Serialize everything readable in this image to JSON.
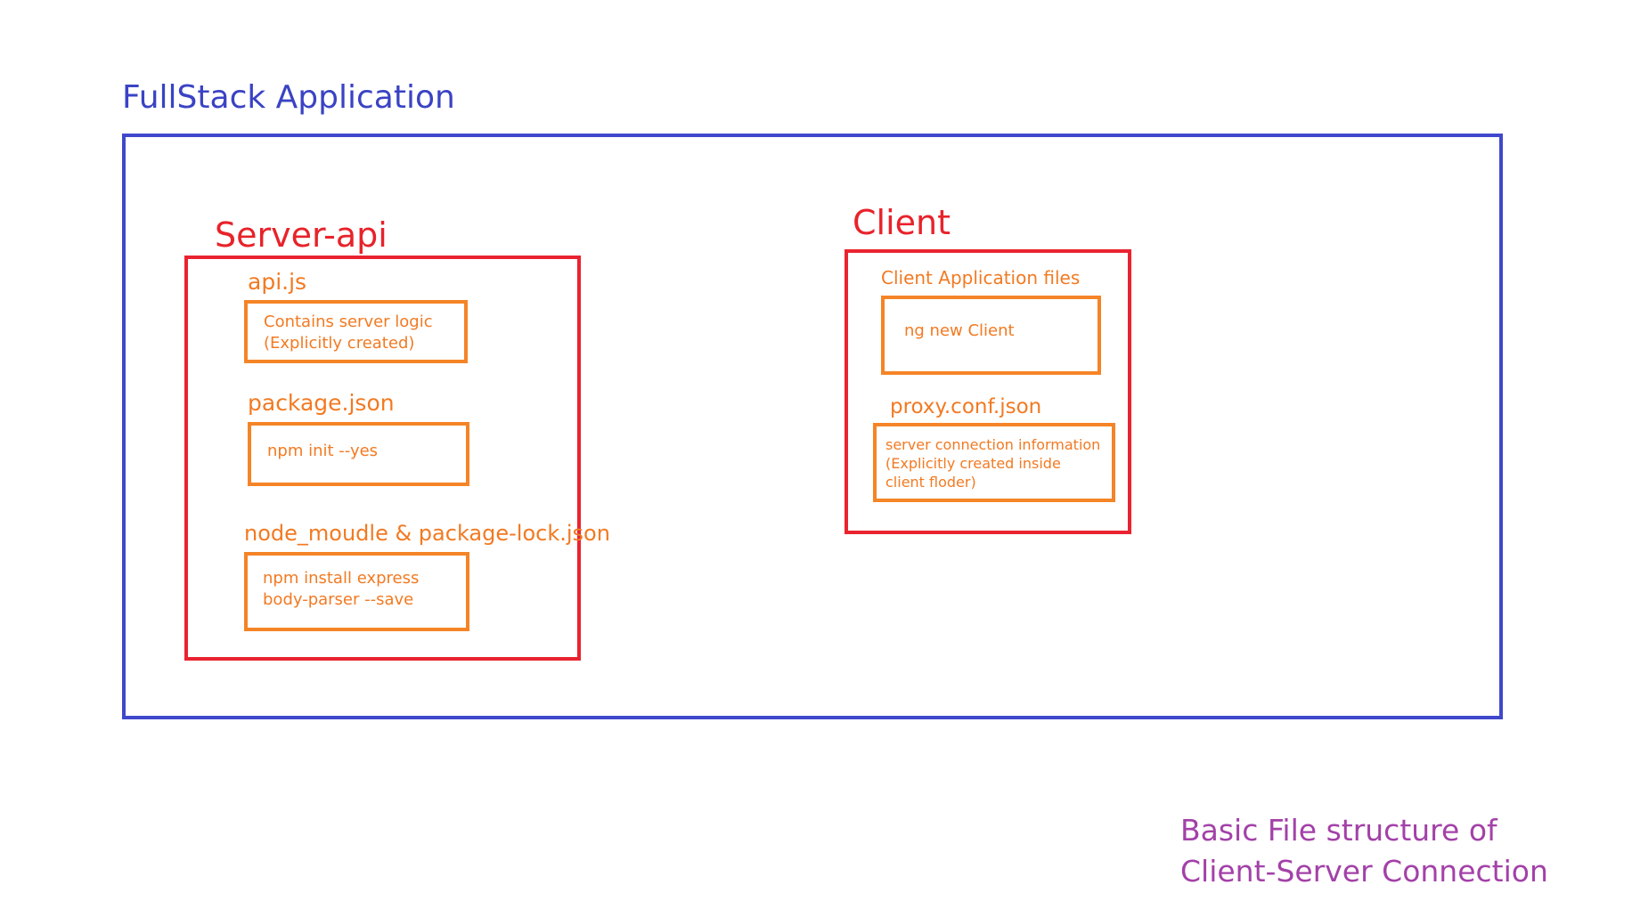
{
  "title": "FullStack Application",
  "server": {
    "title": "Server-api",
    "files": [
      {
        "label": "api.js",
        "content": "Contains server logic\n(Explicitly created)"
      },
      {
        "label": "package.json",
        "content": "npm init --yes"
      },
      {
        "label": "node_moudle & package-lock.json",
        "content": "npm install express\nbody-parser --save"
      }
    ]
  },
  "client": {
    "title": "Client",
    "files": [
      {
        "label": "Client Application files",
        "content": "ng new Client"
      },
      {
        "label": "proxy.conf.json",
        "content": "server connection information\n(Explicitly created inside\nclient floder)"
      }
    ]
  },
  "caption": "Basic File structure of\nClient-Server Connection",
  "colors": {
    "outer": "#3f48cc",
    "section": "#ea2330",
    "file": "#f58427",
    "caption": "#a341a8"
  }
}
